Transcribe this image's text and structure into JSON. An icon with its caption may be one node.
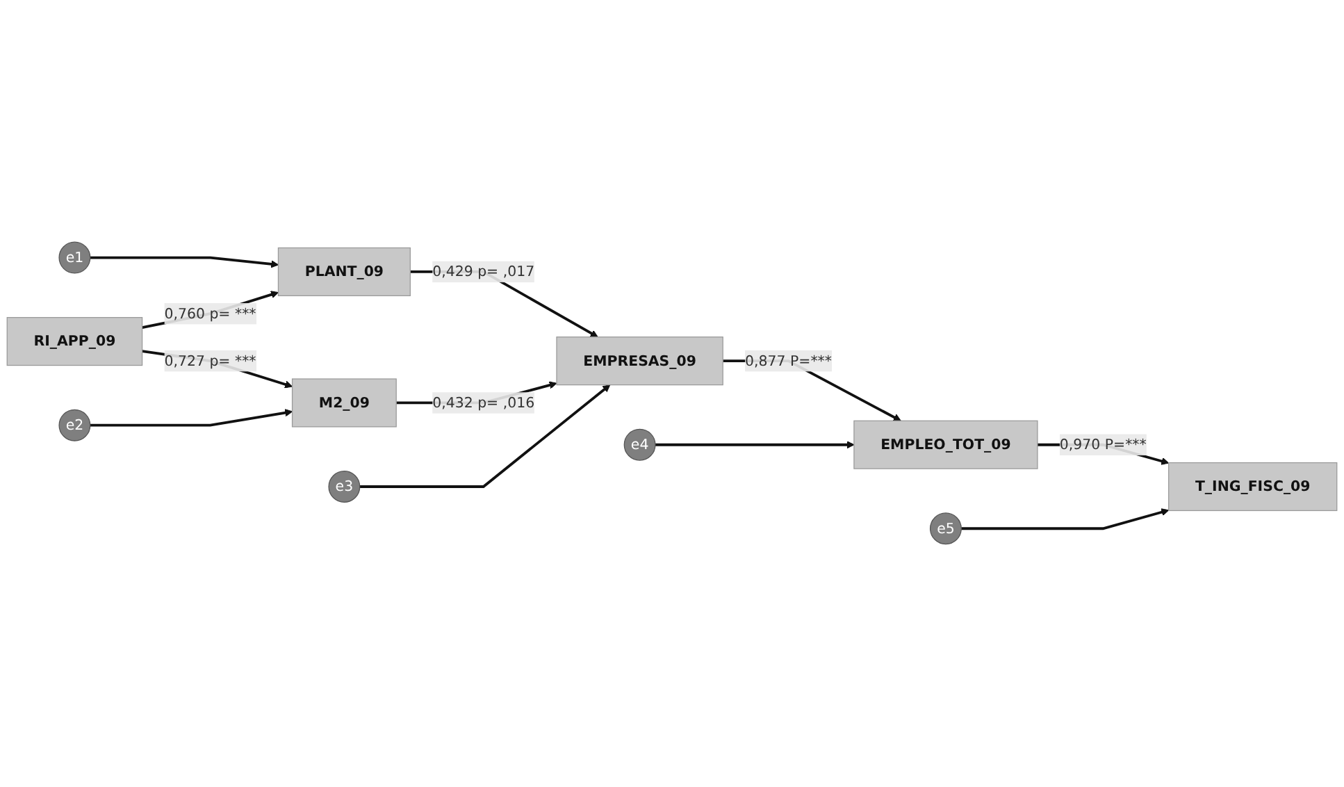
{
  "diagram": {
    "nodes": [
      {
        "text": [
          "e1"
        ]
      },
      {
        "text": [
          "PLANT_09"
        ]
      },
      {
        "text": [
          "e3"
        ]
      },
      {
        "text": [
          "e4"
        ]
      },
      {
        "text": [
          "e5"
        ]
      },
      {
        "text": [
          "RI_APP_09"
        ]
      },
      {
        "text": [
          "EMPRESAS_09"
        ]
      },
      {
        "text": [
          "EMPLEO_TOT_09"
        ]
      },
      {
        "text": [
          "T_ING_FISC_09"
        ]
      },
      {
        "text": [
          "M2_09"
        ]
      },
      {
        "text": [
          "e2"
        ]
      }
    ],
    "edges": [
      {
        "from": 0,
        "to": 1,
        "arrow": "to"
      },
      {
        "from": 5,
        "to": 1,
        "arrow": "to",
        "label": "0,760 p= ***"
      },
      {
        "from": 5,
        "to": 9,
        "arrow": "to",
        "label": "0,727 p= ***"
      },
      {
        "from": 1,
        "to": 6,
        "arrow": "to",
        "label": "0,429 p= ,017"
      },
      {
        "from": 9,
        "to": 6,
        "arrow": "to",
        "label": "0,432 p= ,016"
      },
      {
        "from": 2,
        "to": 6,
        "arrow": "to"
      },
      {
        "from": 6,
        "to": 7,
        "arrow": "to",
        "label": "0,877 P=***"
      },
      {
        "from": 3,
        "to": 7,
        "arrow": "to"
      },
      {
        "from": 7,
        "to": 8,
        "arrow": "to",
        "label": "0,970 P=***"
      },
      {
        "from": 4,
        "to": 8,
        "arrow": "to"
      },
      {
        "from": 10,
        "to": 9,
        "arrow": "to"
      }
    ]
  }
}
